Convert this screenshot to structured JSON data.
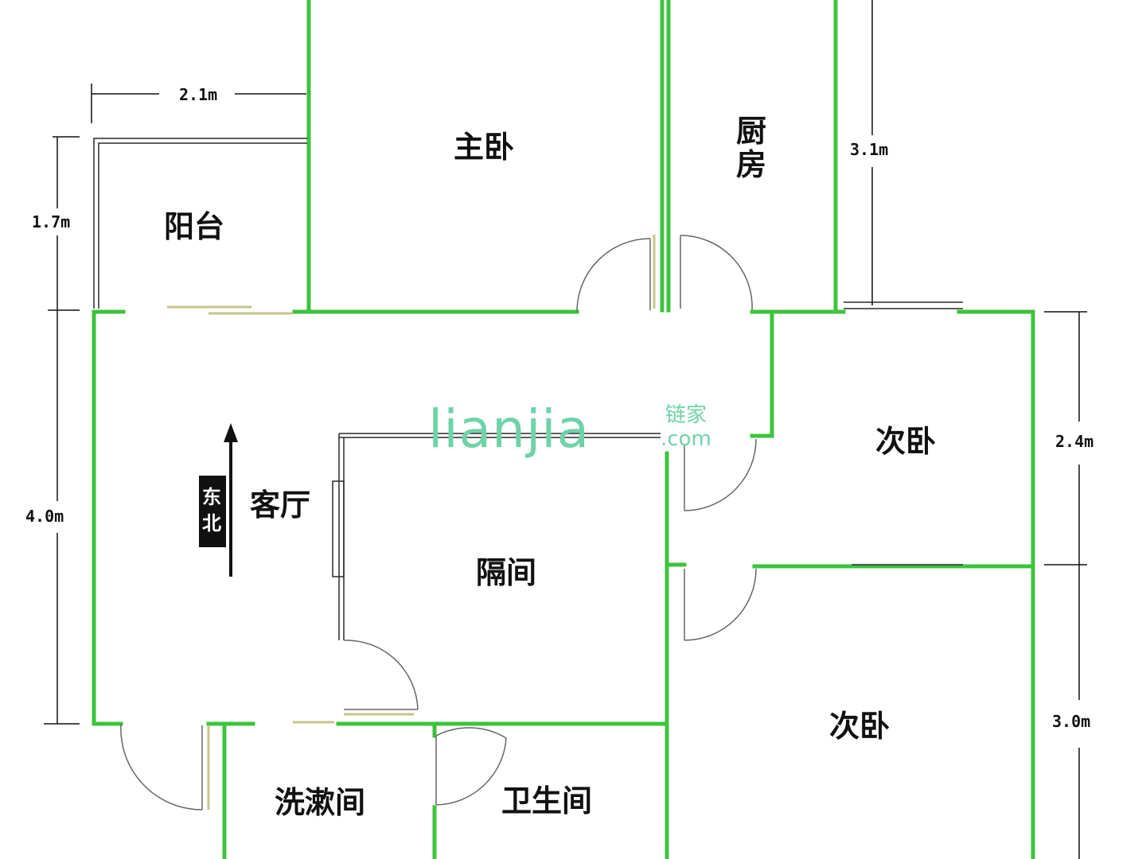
{
  "rooms": {
    "master_bedroom": "主卧",
    "kitchen": "厨房",
    "balcony": "阳台",
    "living_room": "客厅",
    "partition_room": "隔间",
    "second_bedroom_top": "次卧",
    "second_bedroom_bottom": "次卧",
    "washroom": "洗漱间",
    "bathroom": "卫生间"
  },
  "dimensions": {
    "balcony_width": "2.1m",
    "balcony_depth": "1.7m",
    "living_depth": "4.0m",
    "kitchen_depth": "3.1m",
    "bedroom_top_depth": "2.4m",
    "bedroom_bottom_depth": "3.0m"
  },
  "compass": {
    "line1": "东",
    "line2": "北"
  },
  "watermark": {
    "brand": "lianjia",
    "cn": "链家",
    "domain": ".com"
  },
  "colors": {
    "wall": "#3cc43c",
    "watermark": "#6fd3a8"
  }
}
